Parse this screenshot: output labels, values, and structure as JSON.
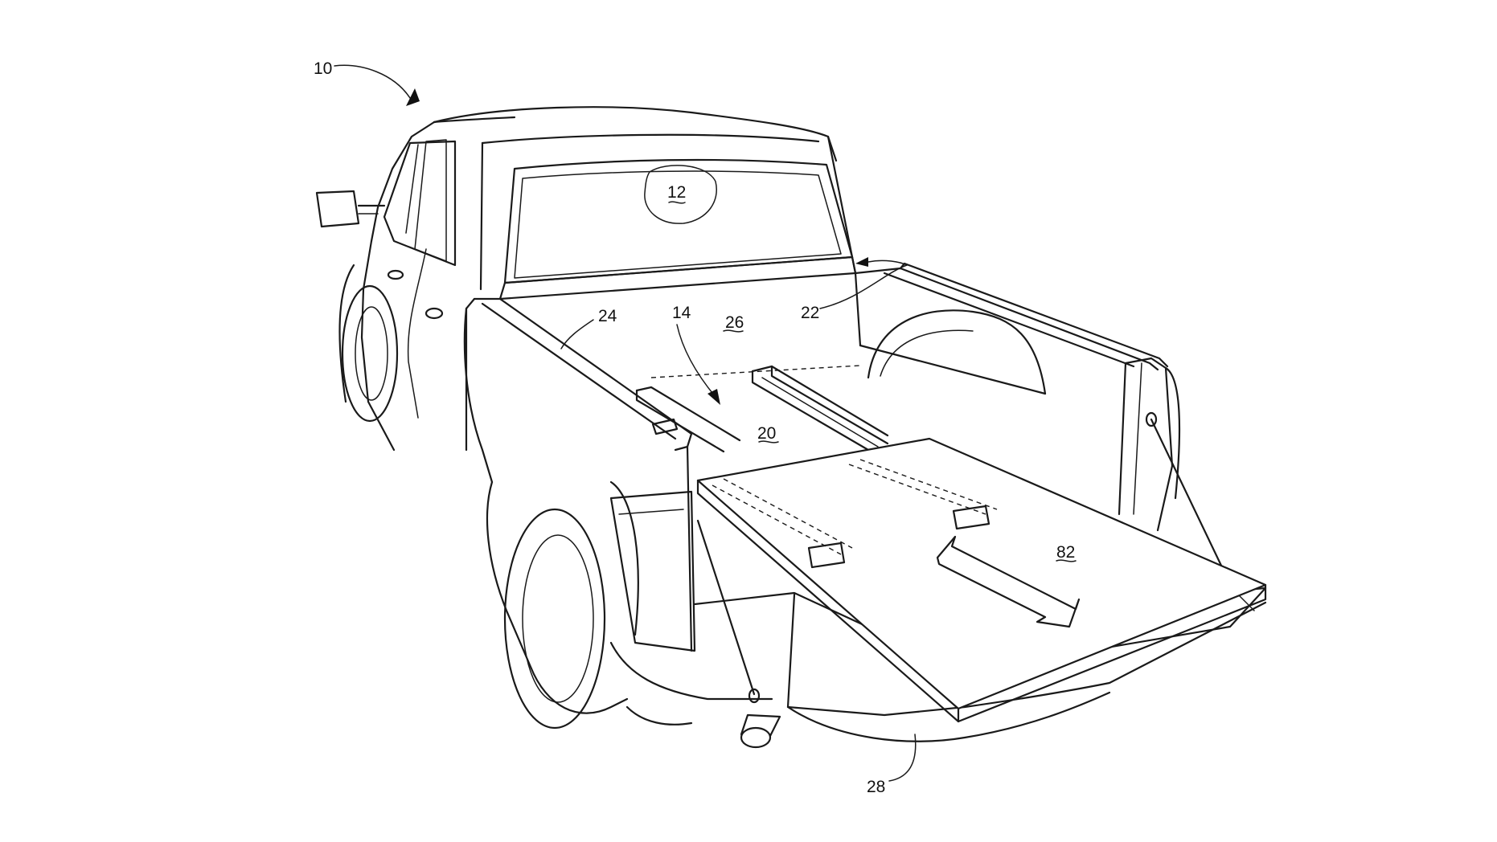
{
  "figure": {
    "labels": [
      {
        "id": "10",
        "text": "10"
      },
      {
        "id": "12",
        "text": "12",
        "underlined": true
      },
      {
        "id": "14",
        "text": "14"
      },
      {
        "id": "20",
        "text": "20",
        "underlined": true
      },
      {
        "id": "22",
        "text": "22"
      },
      {
        "id": "24",
        "text": "24"
      },
      {
        "id": "26",
        "text": "26",
        "underlined": true
      },
      {
        "id": "28",
        "text": "28"
      },
      {
        "id": "82",
        "text": "82",
        "underlined": true
      }
    ],
    "line_color": "#1a1a1a",
    "background": "#ffffff"
  }
}
